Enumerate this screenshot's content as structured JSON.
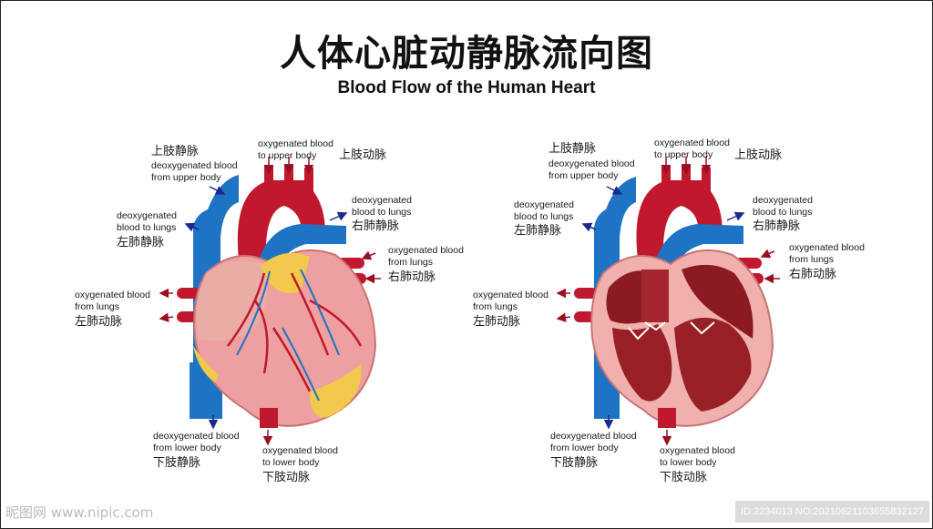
{
  "title": "人体心脏动静脉流向图",
  "subtitle": "Blood  Flow  of the Human Heart",
  "left_heart": {
    "upper_left_zh": "上肢静脉",
    "upper_left_en1": "deoxygenated blood",
    "upper_left_en2": "from upper body",
    "upper_mid_en1": "oxygenated blood",
    "upper_mid_en2": "to upper body",
    "upper_mid_zh": "上肢动脉",
    "right_top_en1": "deoxygenated",
    "right_top_en2": "blood to lungs",
    "right_top_zh": "右肺静脉",
    "right_mid_en1": "oxygenated blood",
    "right_mid_en2": "from lungs",
    "right_mid_zh": "右肺动脉",
    "left_top_en1": "deoxygenated",
    "left_top_en2": "blood to lungs",
    "left_top_zh": "左肺静脉",
    "left_mid_en1": "oxygenated blood",
    "left_mid_en2": "from lungs",
    "left_mid_zh": "左肺动脉",
    "bottom_left_en1": "deoxygenated blood",
    "bottom_left_en2": "from lower body",
    "bottom_left_zh": "下肢静脉",
    "bottom_right_en1": "oxygenated blood",
    "bottom_right_en2": "to lower body",
    "bottom_right_zh": "下肢动脉"
  },
  "right_heart": {
    "upper_left_zh": "上肢静脉",
    "upper_left_en1": "deoxygenated blood",
    "upper_left_en2": "from upper body",
    "upper_mid_en1": "oxygenated blood",
    "upper_mid_en2": "to upper body",
    "upper_mid_zh": "上肢动脉",
    "right_top_en1": "deoxygenated",
    "right_top_en2": "blood to lungs",
    "right_top_zh": "右肺静脉",
    "right_mid_en1": "oxygenated blood",
    "right_mid_en2": "from lungs",
    "right_mid_zh": "右肺动脉",
    "left_top_en1": "deoxygenated",
    "left_top_en2": "blood to lungs",
    "left_top_zh": "左肺静脉",
    "left_mid_en1": "oxygenated blood",
    "left_mid_en2": "from lungs",
    "left_mid_zh": "左肺动脉",
    "bottom_left_en1": "deoxygenated blood",
    "bottom_left_en2": "from lower body",
    "bottom_left_zh": "下肢静脉",
    "bottom_right_en1": "oxygenated blood",
    "bottom_right_en2": "to lower body",
    "bottom_right_zh": "下肢动脉"
  },
  "watermark_left": "昵图网 www.nipic.com",
  "watermark_right": "ID:2234013 NO:20210621103655832127",
  "colors": {
    "vein_blue": "#1f73c4",
    "artery_red": "#c0182c",
    "arrow_blue": "#1a2a8a",
    "arrow_red": "#9a1020",
    "heart_pink": "#eea0a0",
    "fat_yellow": "#f2c94c"
  }
}
